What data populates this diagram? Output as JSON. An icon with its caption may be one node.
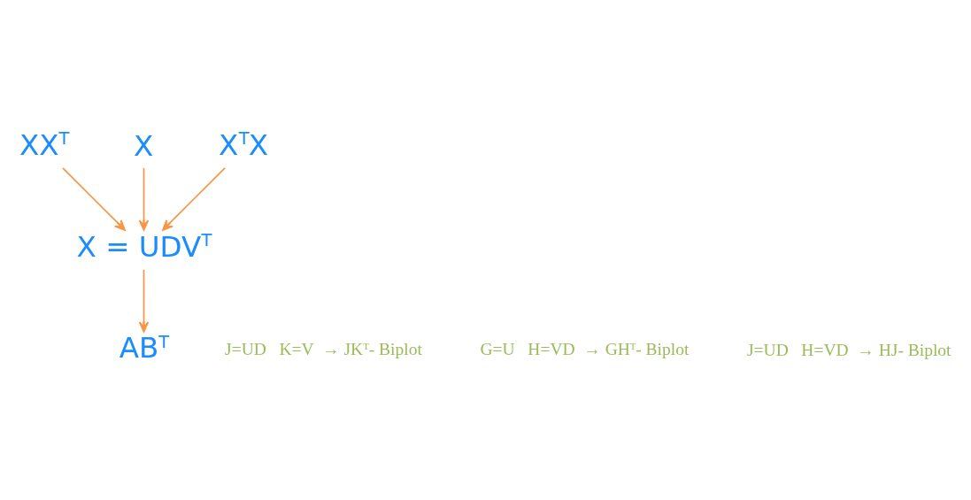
{
  "diagram": {
    "nodes": [
      {
        "text": [
          "XX$^{T}$"
        ]
      },
      {
        "text": [
          "X"
        ]
      },
      {
        "text": [
          "X$^{T}$X"
        ]
      },
      {
        "text": [
          "X = UDV$^{T}$"
        ]
      },
      {
        "text": [
          "AB$^{T}$"
        ]
      }
    ],
    "edges": [
      {
        "from": 0,
        "to": 3,
        "arrow": "to"
      },
      {
        "from": 1,
        "to": 3,
        "arrow": "to"
      },
      {
        "from": 2,
        "to": 3,
        "arrow": "to"
      },
      {
        "from": 3,
        "to": 4,
        "arrow": "to"
      }
    ],
    "labels": [
      "J=UD   K=V  → JK$^{T}$- Biplot",
      "G=U   H=VD  → GH$^{T}$- Biplot",
      "J=UD   H=VD  → HJ- Biplot"
    ]
  }
}
